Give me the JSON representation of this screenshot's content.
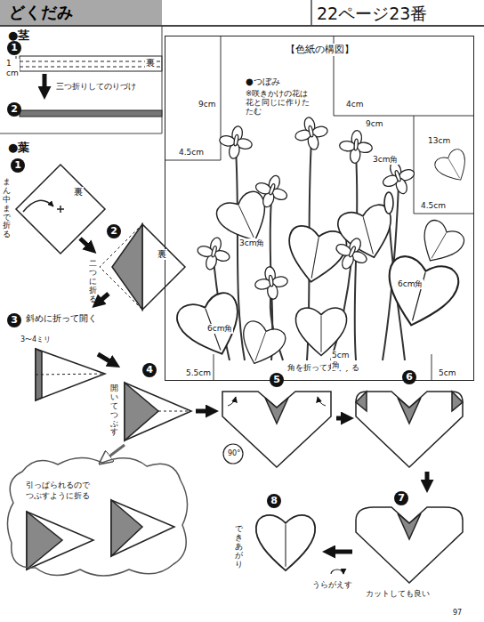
{
  "diagram": {
    "title": "どくだみ",
    "nodes": [
      {
        "text": [
          "【色紙の構図】"
        ]
      },
      {
        "text": [
          "引っぱられるのでつぶすように折る"
        ]
      }
    ],
    "labels": [
      "22ページ23番",
      "●茎",
      "1",
      "1 cm",
      "裏",
      "三つ折りしてのりづけ",
      "2",
      "●葉",
      "1",
      "裏",
      "まん中まで折る",
      "2",
      "裏",
      "二つに折る",
      "3",
      "斜めに折って開く",
      "3〜4ミリ",
      "4",
      "開いてつぶす",
      "5",
      "角を折って丸くする",
      "6",
      "90°",
      "7",
      "カットしても良い",
      "うらがえす",
      "8",
      "できあがり",
      "●つぼみ",
      "※咲きかけの花は花と同じに作りたたむ",
      "9cm",
      "4cm",
      "9cm",
      "13cm",
      "3cm角",
      "4.5cm",
      "4.5cm",
      "3cm角",
      "6cm角",
      "6cm角",
      "5cm 角",
      "5.5cm",
      "5cm",
      "97"
    ]
  }
}
